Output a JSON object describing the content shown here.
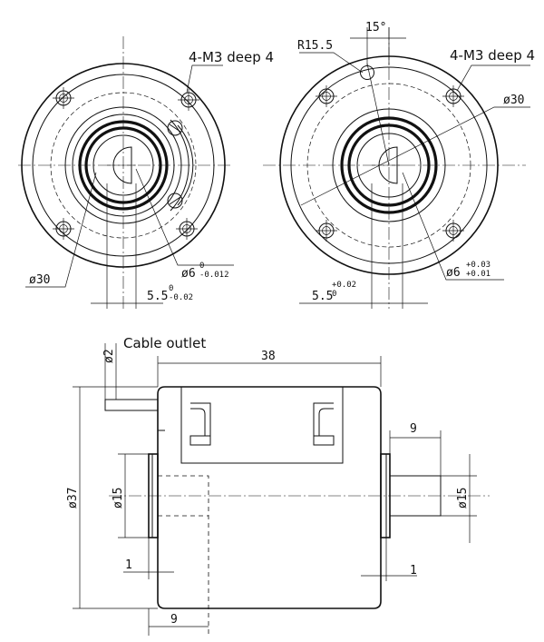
{
  "labels": {
    "thread_left": "4-M3 deep 4",
    "thread_right": "4-M3 deep 4",
    "angle": "15°",
    "radius": "R15.5",
    "cable_outlet": "Cable outlet"
  },
  "dims": {
    "left_od": "ø30",
    "left_shaft": "ø6",
    "left_shaft_tol_up": "0",
    "left_shaft_tol_low": "-0.012",
    "left_flat": "5.5",
    "left_flat_tol_up": "0",
    "left_flat_tol_low": "-0.02",
    "right_od": "ø30",
    "right_shaft": "ø6",
    "right_shaft_tol_up": "+0.03",
    "right_shaft_tol_low": "+0.01",
    "right_flat": "5.5",
    "right_flat_tol_up": "+0.02",
    "right_flat_tol_low": "0",
    "body_dia": "ø37",
    "length": "38",
    "cable_dia": "ø2",
    "left_hub_dia": "ø15",
    "left_hub_len": "9",
    "left_step": "1",
    "right_hub_len": "9",
    "right_hub_dia": "ø15",
    "right_step": "1"
  }
}
